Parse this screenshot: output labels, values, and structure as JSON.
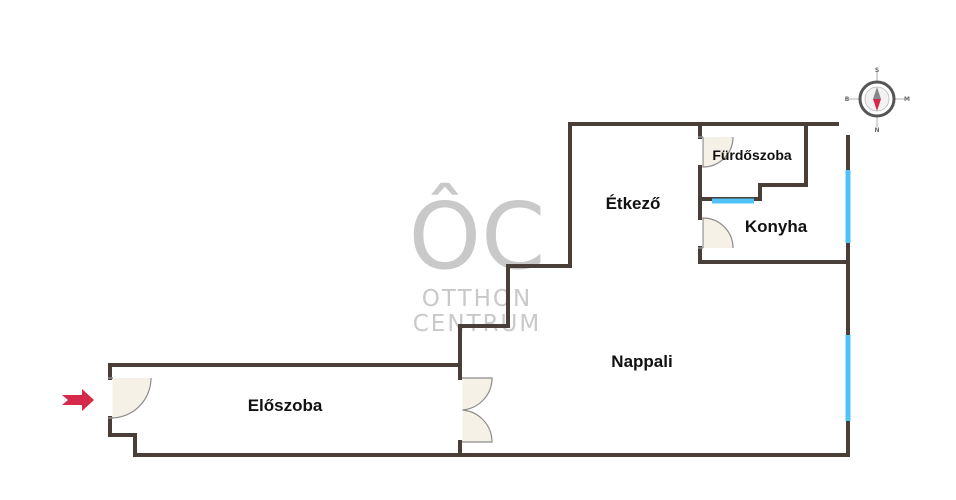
{
  "rooms": {
    "eloszoba": "Előszoba",
    "nappali": "Nappali",
    "etkezo": "Étkező",
    "furdoszoba": "Fürdőszoba",
    "konyha": "Konyha"
  },
  "watermark": {
    "logo": "ÔC",
    "line1": "OTTHON",
    "line2": "CENTRUM"
  },
  "compass": {
    "top": "S",
    "right": "M",
    "bottom": "N",
    "left": "B"
  },
  "icons": {
    "entrance": "entrance-arrow-icon",
    "compass": "compass-icon"
  },
  "colors": {
    "wall": "#4a3f38",
    "window": "#4fc3f7",
    "door_fill": "#f6f1e6",
    "entrance_arrow": "#d6284a",
    "watermark": "#c9c9c9"
  }
}
